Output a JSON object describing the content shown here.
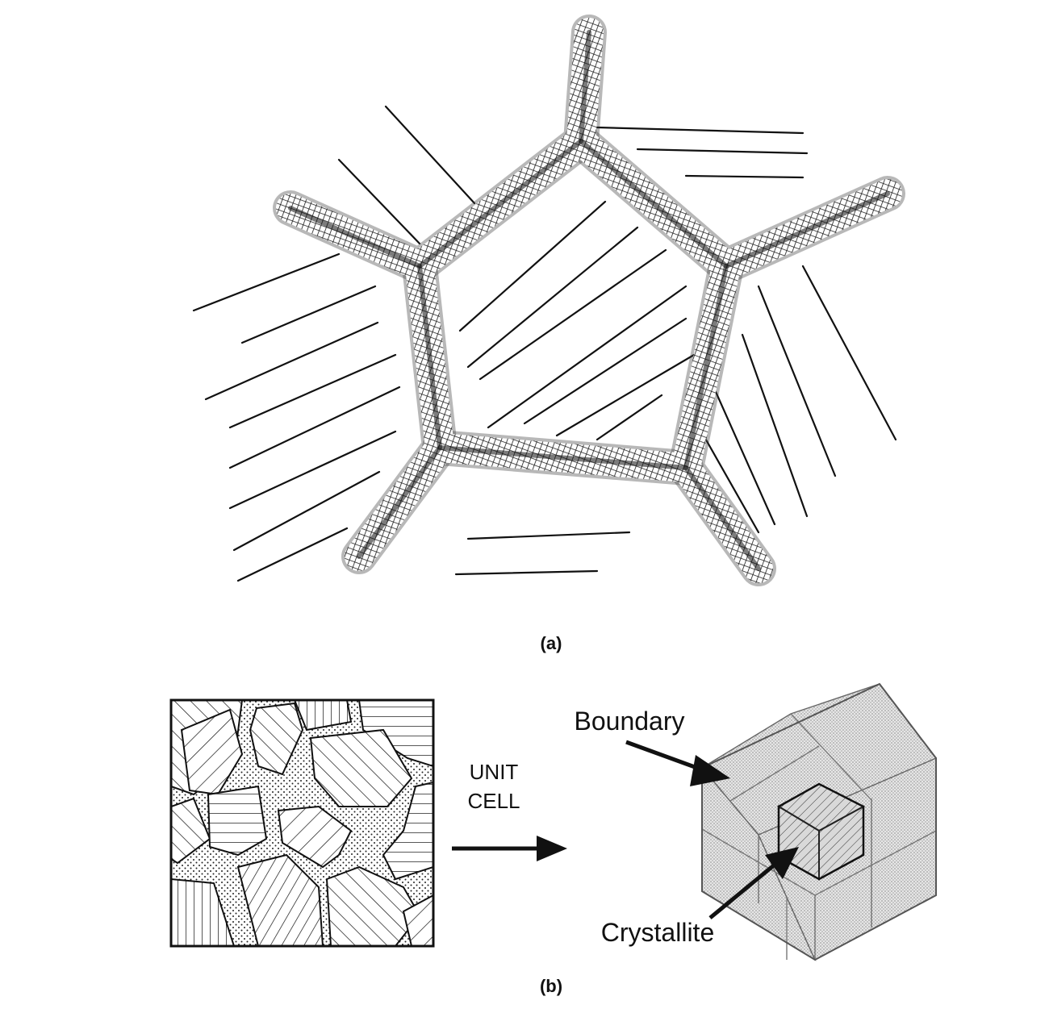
{
  "panel_a": {
    "caption": "(a)"
  },
  "panel_b": {
    "caption": "(b)",
    "arrow_label_line1": "UNIT",
    "arrow_label_line2": "CELL",
    "boundary_label": "Boundary",
    "crystallite_label": "Crystallite"
  },
  "colors": {
    "ink": "#111111",
    "boundary_fill": "#d9d9d9",
    "background": "#ffffff"
  }
}
